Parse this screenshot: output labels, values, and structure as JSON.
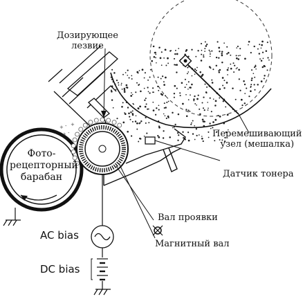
{
  "labels": {
    "doctor_blade_line1": "Дозирующее",
    "doctor_blade_line2": "лезвие",
    "mixer_line1": "Перемешивающий",
    "mixer_line2": "узел (мешалка)",
    "toner_sensor": "Датчик тонера",
    "drum_line1": "Фото-",
    "drum_line2": "рецепторный",
    "drum_line3": "барабан",
    "developer_roller": "Вал проявки",
    "magnetic_roller": "Магнитный вал",
    "ac_bias": "AC bias",
    "dc_bias": "DC bias"
  },
  "colors": {
    "ink": "#111111",
    "paper": "#ffffff",
    "toner": "#222222"
  }
}
